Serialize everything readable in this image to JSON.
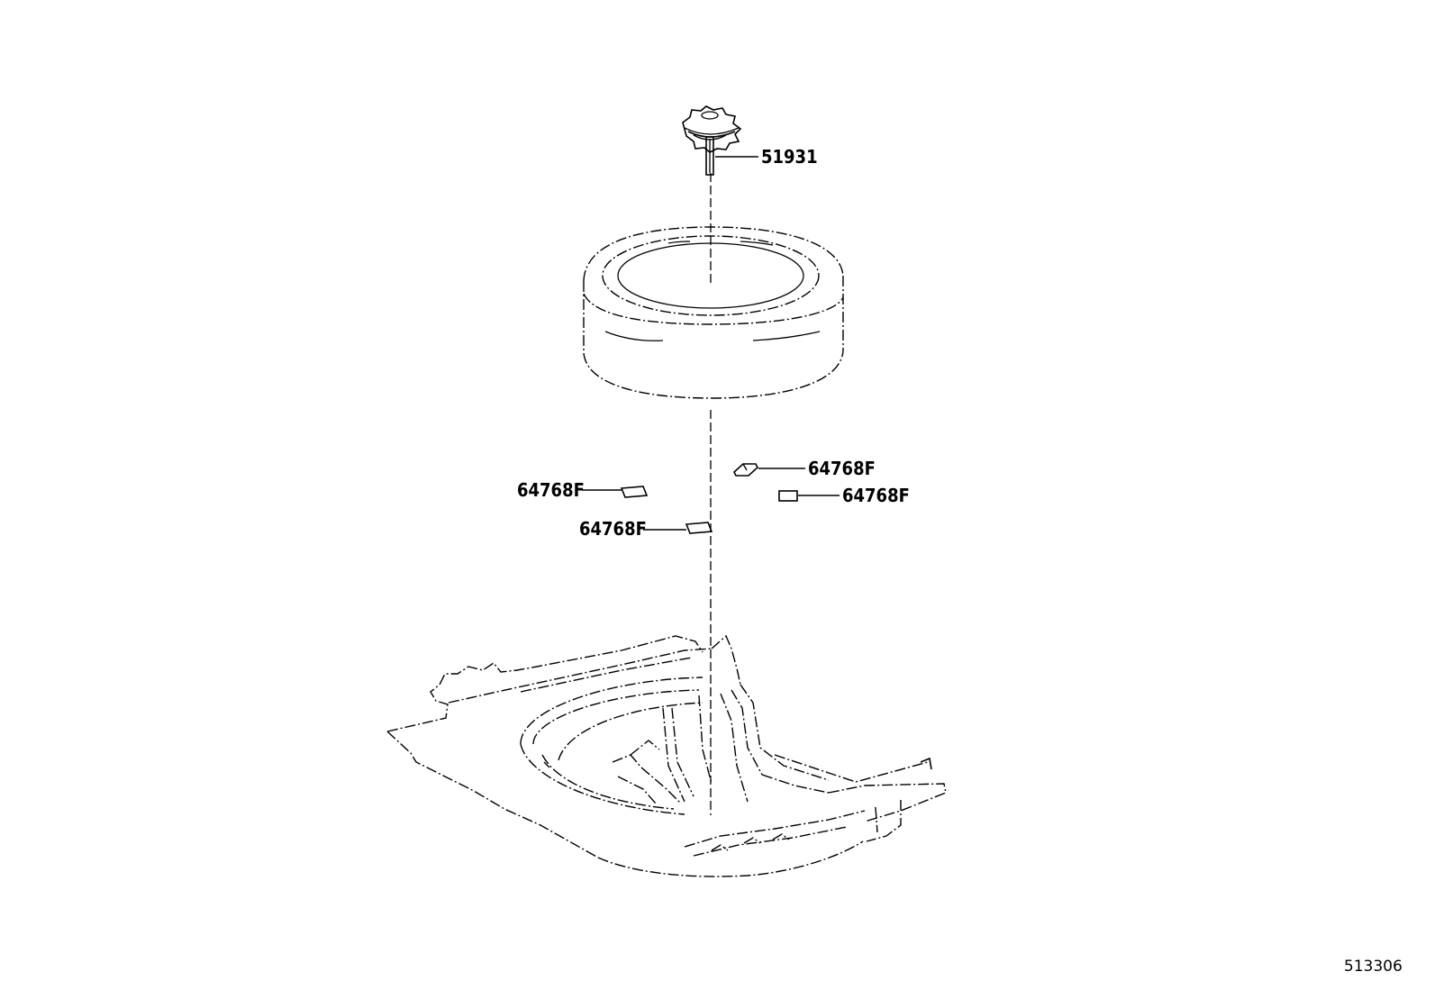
{
  "figure_number": "513306",
  "parts": [
    {
      "id": "hold-down-bolt",
      "number": "51931"
    },
    {
      "id": "pad-right-upper",
      "number": "64768F"
    },
    {
      "id": "pad-right-lower",
      "number": "64768F"
    },
    {
      "id": "pad-left-upper",
      "number": "64768F"
    },
    {
      "id": "pad-left-lower",
      "number": "64768F"
    }
  ]
}
